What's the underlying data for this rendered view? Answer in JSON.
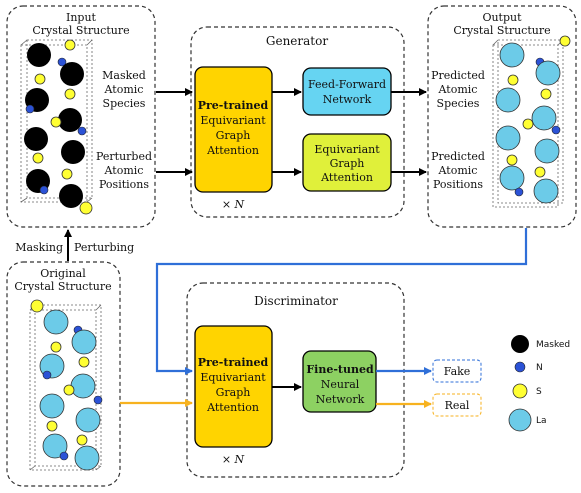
{
  "panels": {
    "input": {
      "title_line1": "Input",
      "title_line2": "Crystal Structure",
      "label_species_1": "Masked",
      "label_species_2": "Atomic",
      "label_species_3": "Species",
      "label_pos_1": "Perturbed",
      "label_pos_2": "Atomic",
      "label_pos_3": "Positions"
    },
    "output": {
      "title_line1": "Output",
      "title_line2": "Crystal Structure",
      "label_species_1": "Predicted",
      "label_species_2": "Atomic",
      "label_species_3": "Species",
      "label_pos_1": "Predicted",
      "label_pos_2": "Atomic",
      "label_pos_3": "Positions"
    },
    "original": {
      "title_line1": "Original",
      "title_line2": "Crystal Structure"
    }
  },
  "generator": {
    "title": "Generator",
    "egat_line1": "Pre-trained",
    "egat_line2": "Equivariant",
    "egat_line3": "Graph",
    "egat_line4": "Attention",
    "ffn_line1": "Feed-Forward",
    "ffn_line2": "Network",
    "egat2_line1": "Equivariant",
    "egat2_line2": "Graph",
    "egat2_line3": "Attention",
    "repeat": "× N"
  },
  "discriminator": {
    "title": "Discriminator",
    "egat_line1": "Pre-trained",
    "egat_line2": "Equivariant",
    "egat_line3": "Graph",
    "egat_line4": "Attention",
    "nn_line1": "Fine-tuned",
    "nn_line2": "Neural",
    "nn_line3": "Network",
    "repeat": "× N",
    "fake": "Fake",
    "real": "Real"
  },
  "edges": {
    "masking": "Masking",
    "perturbing": "Perturbing"
  },
  "legend": {
    "masked": "Masked",
    "n": "N",
    "s": "S",
    "la": "La"
  },
  "colors": {
    "masked": "#000000",
    "n": "#2b52d6",
    "s": "#ffff33",
    "la": "#6ccbe8",
    "gold": "#ffd400",
    "cyan": "#66d4f2",
    "lime": "#e0f03a",
    "green": "#8dd162",
    "blue_arrow": "#2f6fd8",
    "orange_arrow": "#f7b21f"
  }
}
